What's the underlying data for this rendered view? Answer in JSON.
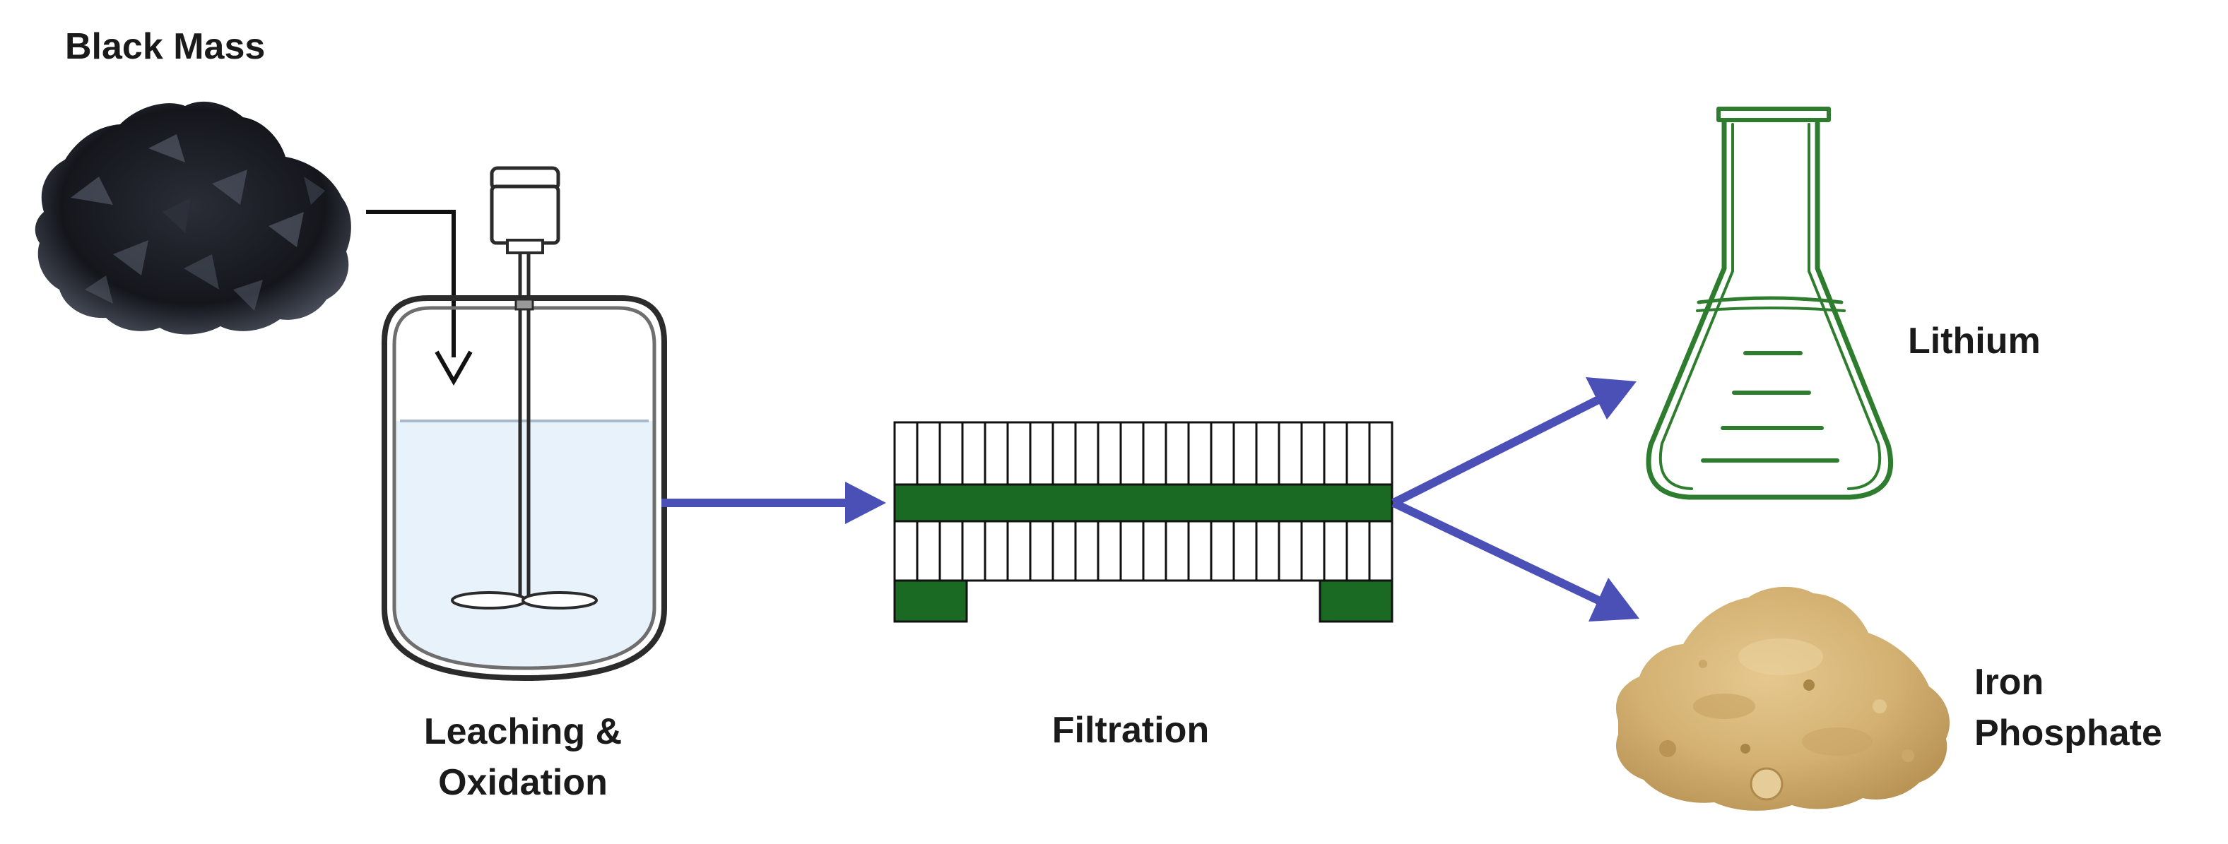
{
  "labels": {
    "black_mass": "Black Mass",
    "leaching_line1": "Leaching &",
    "leaching_line2": "Oxidation",
    "filtration": "Filtration",
    "lithium": "Lithium",
    "iron_line1": "Iron",
    "iron_line2": "Phosphate"
  },
  "colors": {
    "flow_arrow": "#4a50b6",
    "filter_green": "#1b6a23",
    "flask_green": "#2e7d2e",
    "liquid": "#e8f2fb",
    "black_mass": "#14161c",
    "iron_phosphate": "#d3b173",
    "line": "#111111"
  },
  "filter": {
    "columns": 22
  },
  "icons": [
    "black-mass-powder-icon",
    "reactor-vessel-icon",
    "agitator-motor-icon",
    "filter-press-icon",
    "erlenmeyer-flask-icon",
    "iron-phosphate-powder-icon"
  ]
}
